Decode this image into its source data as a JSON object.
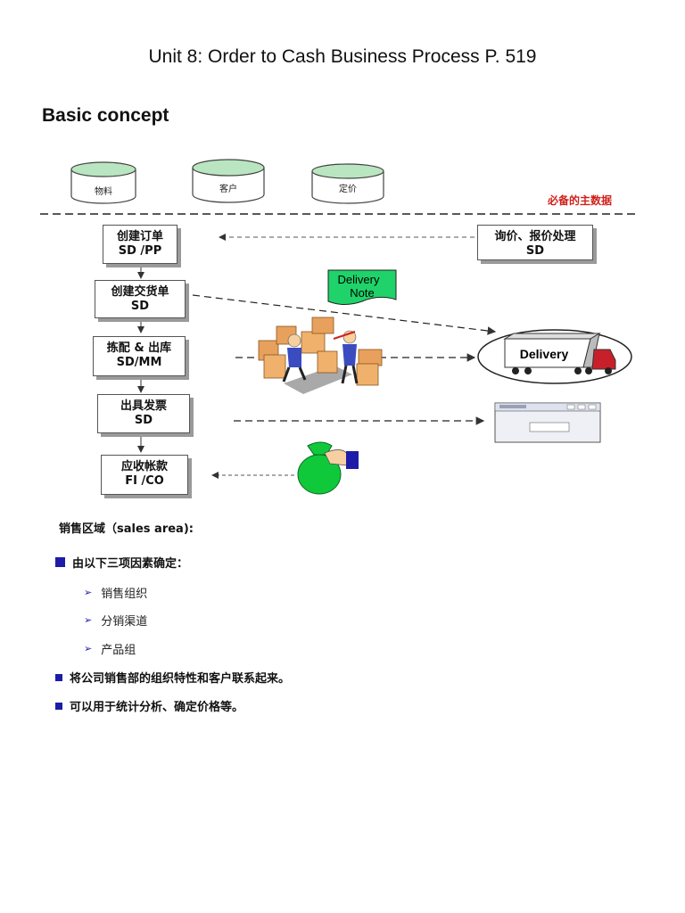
{
  "header": {
    "title": "Unit 8: Order to Cash Business Process P. 519"
  },
  "section": {
    "heading": "Basic concept"
  },
  "diagram": {
    "master_data": {
      "label": "必备的主数据",
      "items": [
        "物料",
        "客户",
        "定价"
      ]
    },
    "steps": [
      {
        "line1": "创建订单",
        "line2": "SD /PP"
      },
      {
        "line1": "创建交货单",
        "line2": "SD"
      },
      {
        "line1": "拣配 & 出库",
        "line2": "SD/MM"
      },
      {
        "line1": "出具发票",
        "line2": "SD"
      },
      {
        "line1": "应收帐款",
        "line2": "FI /CO"
      }
    ],
    "inquiry": {
      "line1": "询价、报价处理",
      "line2": "SD"
    },
    "delivery_note": {
      "line1": "Delivery",
      "line2": "Note"
    },
    "delivery_truck": {
      "label": "Delivery"
    },
    "colors": {
      "accent_red": "#d0201a",
      "note_green": "#1fd36a",
      "bag_green": "#10c93a",
      "bullet_blue": "#1c1ca8"
    }
  },
  "sales_area": {
    "title": "销售区域（sales area):",
    "determined_by": "由以下三项因素确定：",
    "factors": [
      "销售组织",
      "分销渠道",
      "产品组"
    ],
    "notes": [
      "将公司销售部的组织特性和客户联系起来。",
      "可以用于统计分析、确定价格等。"
    ]
  }
}
